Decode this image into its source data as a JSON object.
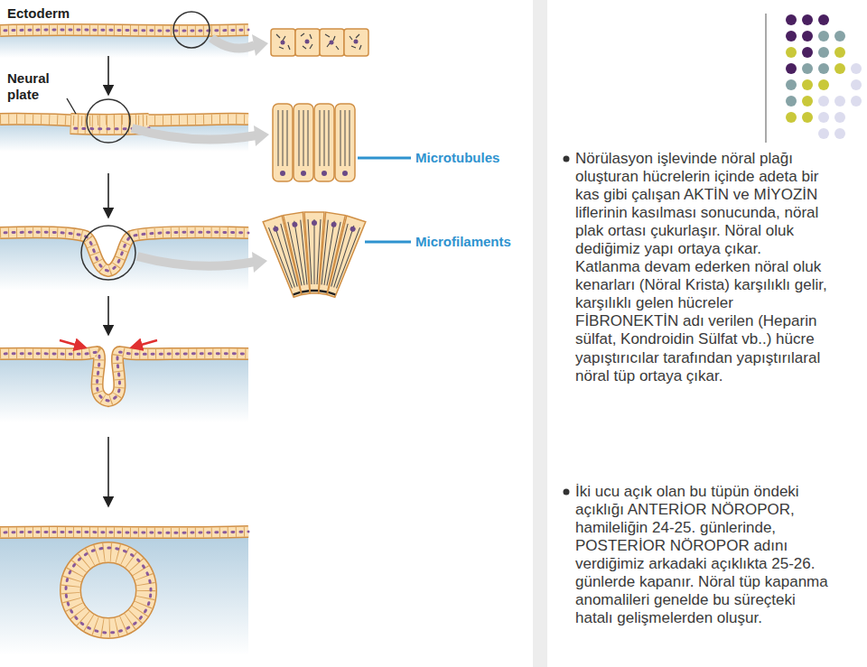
{
  "diagram": {
    "labels": [
      "Ectoderm",
      "Neural plate",
      "Microtubules",
      "Microfilaments",
      "Nörülasyon işlevinde nöral plağı oluşturan hücrelerin içinde adeta bir kas gibi çalışan AKTİN ve MİYOZİN liflerinin kasılması sonucunda, nöral plak ortası çukurlaşır. Nöral oluk dediğimiz yapı ortaya çıkar. Katlanma devam ederken nöral oluk kenarları (Nöral Krista) karşılıklı gelir, karşılıklı gelen hücreler FİBRONEKTİN adı verilen (Heparin sülfat, Kondroidin Sülfat vb..) hücre yapıştırıcılar tarafından yapıştırılaral nöral tüp ortaya çıkar.",
      "İki ucu açık olan bu tüpün öndeki açıklığı ANTERİOR NÖROPOR, hamileliğin 24-25. günlerinde, POSTERİOR NÖROPOR adını verdiğimiz arkadaki açıklıkta 25-26. günlerde kapanır. Nöral tüp kapanma anomalileri genelde bu süreçteki hatalı gelişmelerden oluşur."
    ]
  }
}
